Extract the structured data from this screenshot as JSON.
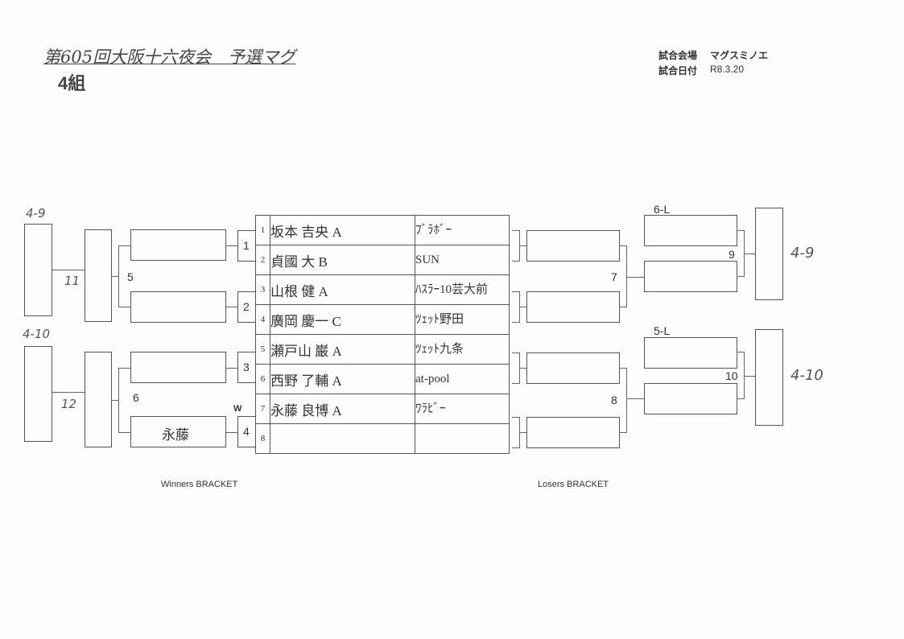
{
  "header": {
    "title": "第605回大阪十六夜会　予選マグ",
    "group": "4組",
    "venue_label": "試合会場",
    "venue": "マグスミノエ",
    "date_label": "試合日付",
    "date": "R8.3.20"
  },
  "entries": [
    {
      "no": "1",
      "name": "坂本 吉央 A",
      "team": "ﾌﾞﾗﾎﾞｰ"
    },
    {
      "no": "2",
      "name": "貞國 大 B",
      "team": "SUN"
    },
    {
      "no": "3",
      "name": "山根 健 A",
      "team": "ﾊｽﾗｰ10芸大前"
    },
    {
      "no": "4",
      "name": "廣岡 慶一 C",
      "team": "ﾂｪｯﾄ野田"
    },
    {
      "no": "5",
      "name": "瀬戸山 巌 A",
      "team": "ﾂｪｯﾄ九条"
    },
    {
      "no": "6",
      "name": "西野 了輔 A",
      "team": "at-pool"
    },
    {
      "no": "7",
      "name": "永藤 良博 A",
      "team": "ﾜﾗﾋﾞｰ"
    },
    {
      "no": "8",
      "name": "",
      "team": ""
    }
  ],
  "winners": {
    "label": "Winners BRACKET",
    "m1": "1",
    "m2": "2",
    "m3": "3",
    "m4": "4",
    "m5": "5",
    "m6": "6",
    "m11": "11",
    "m12": "12",
    "w_mark": "W",
    "m4_bottom_name": "永藤",
    "out_top": "4-9",
    "out_bottom": "4-10"
  },
  "losers": {
    "label": "Losers BRACKET",
    "m7": "7",
    "m8": "8",
    "m9": "9",
    "m10": "10",
    "seed_top": "6-L",
    "seed_bottom": "5-L",
    "out_top": "4-9",
    "out_bottom": "4-10"
  }
}
